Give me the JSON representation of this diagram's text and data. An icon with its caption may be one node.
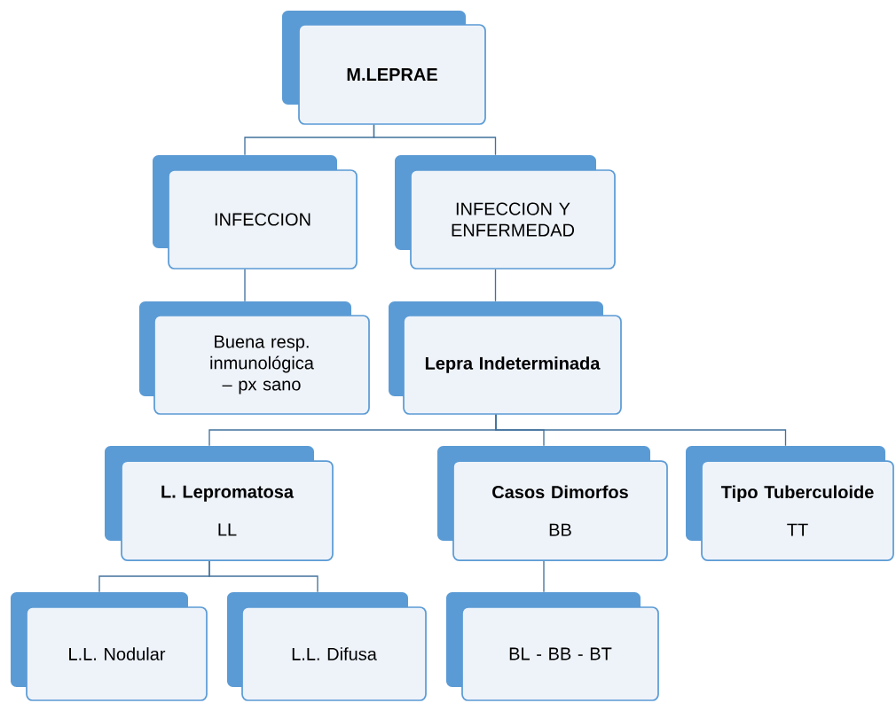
{
  "diagram": {
    "nodes": [
      {
        "text": [
          "M.LEPRAE"
        ]
      },
      {
        "text": [
          "INFECCION"
        ]
      },
      {
        "text": [
          "INFECCION Y ENFERMEDAD"
        ]
      },
      {
        "text": [
          "Buena resp. inmunológica – px sano"
        ]
      },
      {
        "text": [
          "Lepra Indeterminada"
        ]
      },
      {
        "text": [
          "L. Lepromatosa",
          "LL"
        ]
      },
      {
        "text": [
          "Casos Dimorfos",
          "BB"
        ]
      },
      {
        "text": [
          "Tipo Tuberculoide",
          "TT"
        ]
      },
      {
        "text": [
          "L.L. Nodular"
        ]
      },
      {
        "text": [
          "L.L. Difusa"
        ]
      },
      {
        "text": [
          "BL - BB - BT"
        ]
      }
    ],
    "edges": [
      {
        "from": 0,
        "to": 1,
        "arrow": "none"
      },
      {
        "from": 0,
        "to": 2,
        "arrow": "none"
      },
      {
        "from": 1,
        "to": 3,
        "arrow": "none"
      },
      {
        "from": 2,
        "to": 4,
        "arrow": "none"
      },
      {
        "from": 4,
        "to": 5,
        "arrow": "none"
      },
      {
        "from": 4,
        "to": 6,
        "arrow": "none"
      },
      {
        "from": 4,
        "to": 7,
        "arrow": "none"
      },
      {
        "from": 5,
        "to": 8,
        "arrow": "none"
      },
      {
        "from": 5,
        "to": 9,
        "arrow": "none"
      },
      {
        "from": 6,
        "to": 10,
        "arrow": "none"
      }
    ]
  }
}
